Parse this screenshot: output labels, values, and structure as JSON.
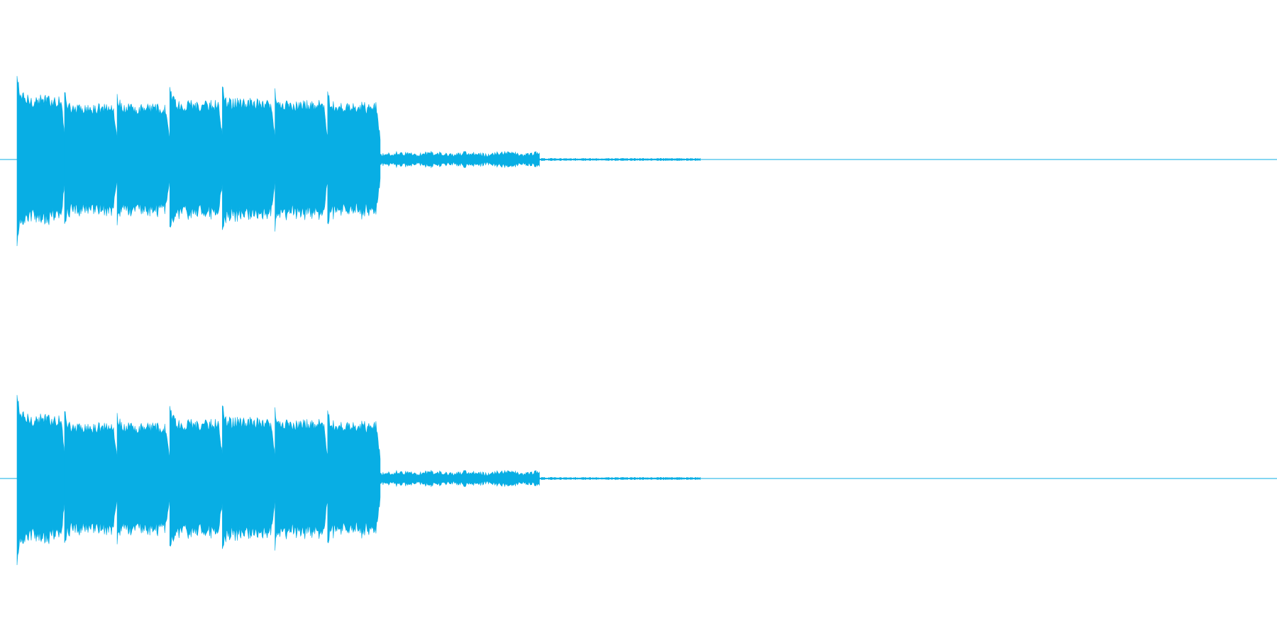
{
  "waveform": {
    "color": "#08AEE4",
    "channels": [
      {
        "name": "left-channel",
        "segments": [
          {
            "kind": "loud",
            "start": 0.0,
            "end": 0.065,
            "peak": 1.0,
            "body": 0.72
          },
          {
            "kind": "loud",
            "start": 0.065,
            "end": 0.137,
            "peak": 0.8,
            "body": 0.62
          },
          {
            "kind": "loud",
            "start": 0.137,
            "end": 0.209,
            "peak": 0.78,
            "body": 0.62
          },
          {
            "kind": "loud",
            "start": 0.209,
            "end": 0.281,
            "peak": 0.86,
            "body": 0.66
          },
          {
            "kind": "loud",
            "start": 0.281,
            "end": 0.353,
            "peak": 0.86,
            "body": 0.68
          },
          {
            "kind": "loud",
            "start": 0.353,
            "end": 0.425,
            "peak": 0.84,
            "body": 0.66
          },
          {
            "kind": "loud",
            "start": 0.425,
            "end": 0.497,
            "peak": 0.8,
            "body": 0.64
          },
          {
            "kind": "quiet",
            "start": 0.497,
            "end": 0.715,
            "peak": 0.1,
            "body": 0.06
          },
          {
            "kind": "faint",
            "start": 0.715,
            "end": 0.935,
            "peak": 0.02,
            "body": 0.01
          }
        ]
      },
      {
        "name": "right-channel",
        "segments": [
          {
            "kind": "loud",
            "start": 0.0,
            "end": 0.065,
            "peak": 1.0,
            "body": 0.72
          },
          {
            "kind": "loud",
            "start": 0.065,
            "end": 0.137,
            "peak": 0.8,
            "body": 0.62
          },
          {
            "kind": "loud",
            "start": 0.137,
            "end": 0.209,
            "peak": 0.78,
            "body": 0.62
          },
          {
            "kind": "loud",
            "start": 0.209,
            "end": 0.281,
            "peak": 0.86,
            "body": 0.66
          },
          {
            "kind": "loud",
            "start": 0.281,
            "end": 0.353,
            "peak": 0.86,
            "body": 0.68
          },
          {
            "kind": "loud",
            "start": 0.353,
            "end": 0.425,
            "peak": 0.84,
            "body": 0.66
          },
          {
            "kind": "loud",
            "start": 0.425,
            "end": 0.497,
            "peak": 0.8,
            "body": 0.64
          },
          {
            "kind": "quiet",
            "start": 0.497,
            "end": 0.715,
            "peak": 0.1,
            "body": 0.06
          },
          {
            "kind": "faint",
            "start": 0.715,
            "end": 0.935,
            "peak": 0.02,
            "body": 0.01
          }
        ]
      }
    ]
  }
}
